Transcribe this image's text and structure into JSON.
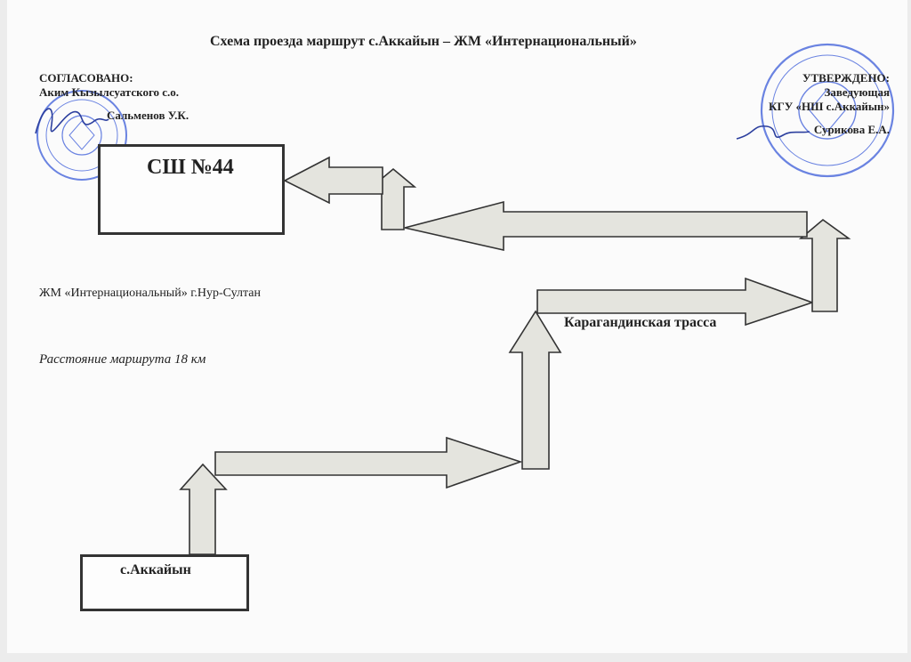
{
  "title": "Схема проезда маршрут с.Аккайын – ЖМ «Интернациональный»",
  "agreed": {
    "heading": "СОГЛАСОВАНО:",
    "position": "Аким Кызылсуатского с.о.",
    "name": "Сальменов У.К."
  },
  "approved": {
    "heading": "УТВЕРЖДЕНО:",
    "position": "Заведующая",
    "organization": "КГУ «НШ с.Аккайын»",
    "name": "Сурикова Е.А."
  },
  "destination": {
    "label": "СШ №44"
  },
  "origin": {
    "label": "с.Аккайын"
  },
  "district": "ЖМ «Интернациональный» г.Нур-Султан",
  "distance": "Расстояние маршрута 18 км",
  "highway": "Карагандинская трасса",
  "colors": {
    "arrow_fill": "#e4e4de",
    "stroke": "#333333",
    "stamp": "#3a5bd9"
  },
  "icons": [
    "official-stamp",
    "signature"
  ]
}
